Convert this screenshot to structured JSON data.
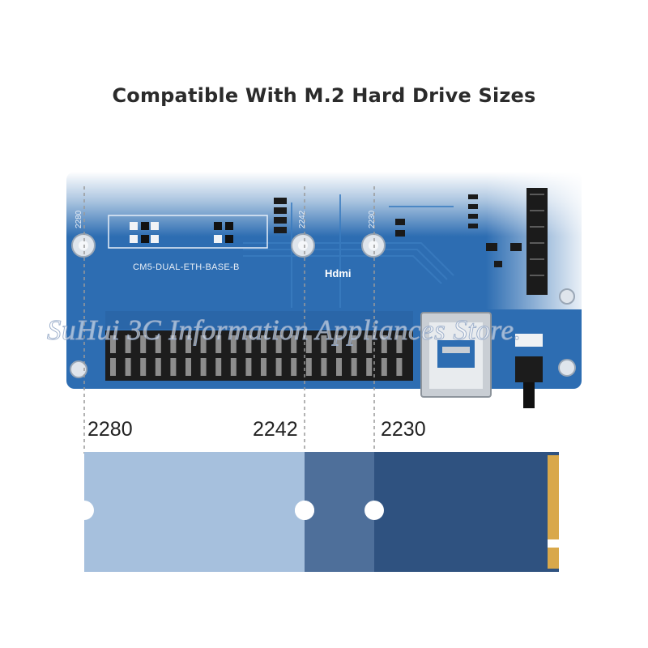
{
  "title": "Compatible With M.2 Hard Drive Sizes",
  "board": {
    "model": "CM5-DUAL-ETH-BASE-B",
    "hdmi_label": "Hdmi",
    "silk_2280": "2280",
    "silk_2242": "2242",
    "silk_2230": "2230"
  },
  "sizes": [
    {
      "label": "2280",
      "color": "#a6c0dd"
    },
    {
      "label": "2242",
      "color": "#4e6f9a"
    },
    {
      "label": "2230",
      "color": "#2f5280"
    }
  ],
  "connector_color": "#d9a84a",
  "watermark": "SuHui 3C Information Appliances Store."
}
